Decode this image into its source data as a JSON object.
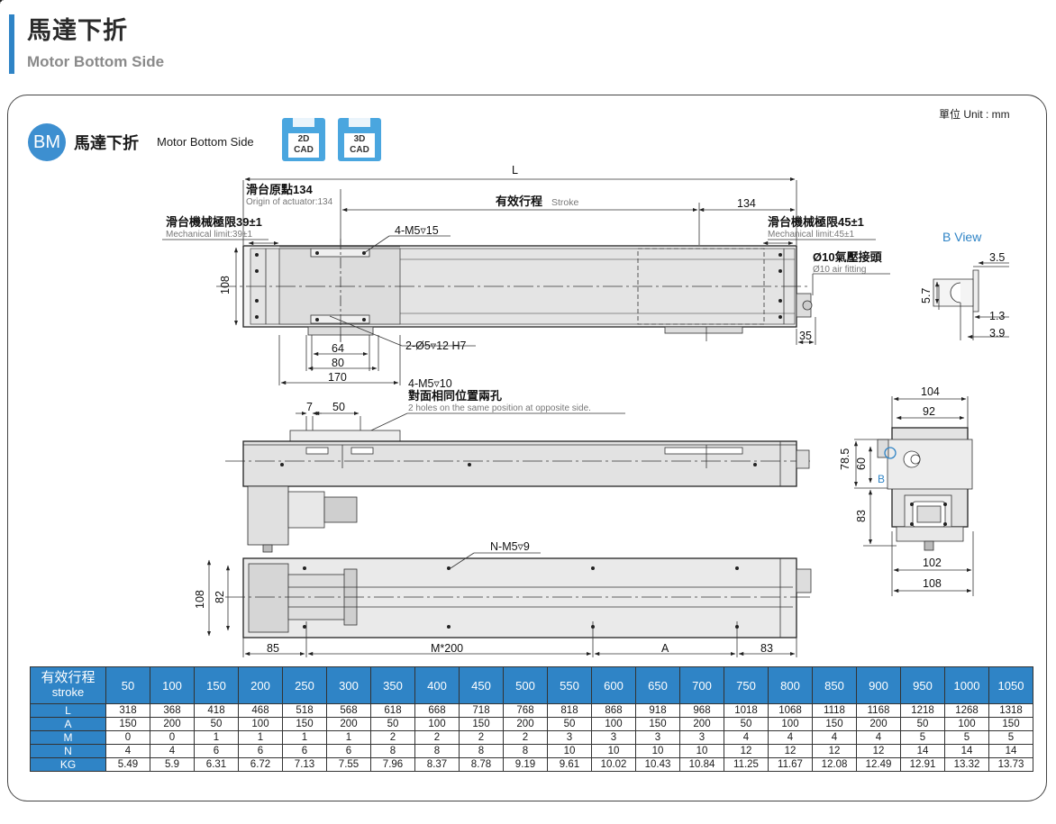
{
  "header": {
    "title_cn": "馬達下折",
    "title_en": "Motor Bottom Side"
  },
  "unit_label": "單位 Unit : mm",
  "badge": {
    "code": "BM",
    "name_cn": "馬達下折",
    "name_en": "Motor Bottom Side"
  },
  "cad_buttons": [
    {
      "top": "2D",
      "bottom": "CAD"
    },
    {
      "top": "3D",
      "bottom": "CAD"
    }
  ],
  "diagram": {
    "dim_L": "L",
    "origin_cn": "滑台原點134",
    "origin_en": "Origin of actuator:134",
    "stroke_cn": "有效行程",
    "stroke_en": "Stroke",
    "dim_134": "134",
    "mech_left_cn": "滑台機械極限39±1",
    "mech_left_en": "Mechanical limit:39±1",
    "mech_right_cn": "滑台機械極限45±1",
    "mech_right_en": "Mechanical limit:45±1",
    "screw_top": "4-M5▿15",
    "air_cn": "Ø10氣壓接頭",
    "air_en": "Ø10 air fitting",
    "b_view": "B View",
    "dim_108": "108",
    "dim_64": "64",
    "dim_80": "80",
    "dim_170": "170",
    "dim_35": "35",
    "pin": "2-Ø5▿12 H7",
    "screw_side": "4-M5▿10",
    "side_cn": "對面相同位置兩孔",
    "side_en": "2 holes on the same position at opposite side.",
    "dim_7": "7",
    "dim_50": "50",
    "dim_3_5": "3.5",
    "dim_5_7": "5.7",
    "dim_1_3": "1.3",
    "dim_3_9": "3.9",
    "dim_104": "104",
    "dim_92": "92",
    "dim_78_5": "78.5",
    "dim_60": "60",
    "label_B": "B",
    "dim_83v": "83",
    "dim_102": "102",
    "dim_108b": "108",
    "screw_bottom": "N-M5▿9",
    "dim_108c": "108",
    "dim_82": "82",
    "dim_85": "85",
    "dim_M200": "M*200",
    "dim_A": "A",
    "dim_83": "83"
  },
  "table": {
    "header_cn": "有效行程",
    "header_en": "stroke",
    "strokes": [
      "50",
      "100",
      "150",
      "200",
      "250",
      "300",
      "350",
      "400",
      "450",
      "500",
      "550",
      "600",
      "650",
      "700",
      "750",
      "800",
      "850",
      "900",
      "950",
      "1000",
      "1050"
    ],
    "rows": [
      {
        "label": "L",
        "values": [
          "318",
          "368",
          "418",
          "468",
          "518",
          "568",
          "618",
          "668",
          "718",
          "768",
          "818",
          "868",
          "918",
          "968",
          "1018",
          "1068",
          "1118",
          "1168",
          "1218",
          "1268",
          "1318"
        ]
      },
      {
        "label": "A",
        "values": [
          "150",
          "200",
          "50",
          "100",
          "150",
          "200",
          "50",
          "100",
          "150",
          "200",
          "50",
          "100",
          "150",
          "200",
          "50",
          "100",
          "150",
          "200",
          "50",
          "100",
          "150"
        ]
      },
      {
        "label": "M",
        "values": [
          "0",
          "0",
          "1",
          "1",
          "1",
          "1",
          "2",
          "2",
          "2",
          "2",
          "3",
          "3",
          "3",
          "3",
          "4",
          "4",
          "4",
          "4",
          "5",
          "5",
          "5"
        ]
      },
      {
        "label": "N",
        "values": [
          "4",
          "4",
          "6",
          "6",
          "6",
          "6",
          "8",
          "8",
          "8",
          "8",
          "10",
          "10",
          "10",
          "10",
          "12",
          "12",
          "12",
          "12",
          "14",
          "14",
          "14"
        ]
      },
      {
        "label": "KG",
        "values": [
          "5.49",
          "5.9",
          "6.31",
          "6.72",
          "7.13",
          "7.55",
          "7.96",
          "8.37",
          "8.78",
          "9.19",
          "9.61",
          "10.02",
          "10.43",
          "10.84",
          "11.25",
          "11.67",
          "12.08",
          "12.49",
          "12.91",
          "13.32",
          "13.73"
        ]
      }
    ]
  },
  "colors": {
    "accent": "#2f84c6",
    "body_fill": "#e6e6e6",
    "dim_line": "#333333",
    "callout_blue": "#2f84c6"
  }
}
